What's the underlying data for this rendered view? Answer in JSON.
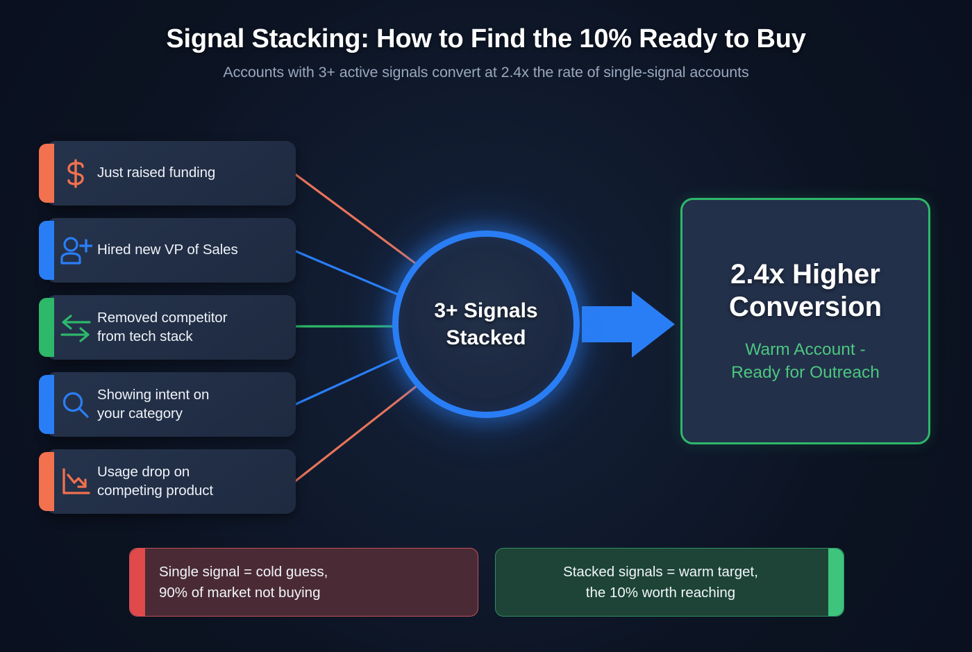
{
  "header": {
    "title": "Signal Stacking: How to Find the 10% Ready to Buy",
    "subtitle": "Accounts with 3+ active signals convert at 2.4x the rate of single-signal accounts"
  },
  "signals": [
    {
      "label": "Just raised funding",
      "icon": "dollar-icon",
      "color": "#f2714f"
    },
    {
      "label": "Hired new VP of Sales",
      "icon": "person-plus-icon",
      "color": "#2a7ef5"
    },
    {
      "label": "Removed competitor\nfrom tech stack",
      "icon": "swap-arrows-icon",
      "color": "#2eb86a"
    },
    {
      "label": "Showing intent on\nyour category",
      "icon": "search-icon",
      "color": "#2a7ef5"
    },
    {
      "label": "Usage drop on\ncompeting product",
      "icon": "chart-down-icon",
      "color": "#f2714f"
    }
  ],
  "hub": {
    "line1": "3+ Signals",
    "line2": "Stacked",
    "color": "#2a7ef5"
  },
  "arrow": {
    "name": "right-arrow",
    "color": "#2a7ef5"
  },
  "outcome": {
    "headline_line1": "2.4x Higher",
    "headline_line2": "Conversion",
    "sub_line1": "Warm Account -",
    "sub_line2": "Ready for Outreach",
    "border_color": "#2eb86a",
    "sub_color": "#4bc77f"
  },
  "banners": {
    "cold": {
      "line1": "Single signal = cold guess,",
      "line2": "90% of market not buying",
      "accent_color": "#e04a4a",
      "background": "#4a2b35"
    },
    "warm": {
      "line1": "Stacked signals = warm target,",
      "line2": "the 10% worth reaching",
      "accent_color": "#3ec47c",
      "background": "#1d4436"
    }
  }
}
